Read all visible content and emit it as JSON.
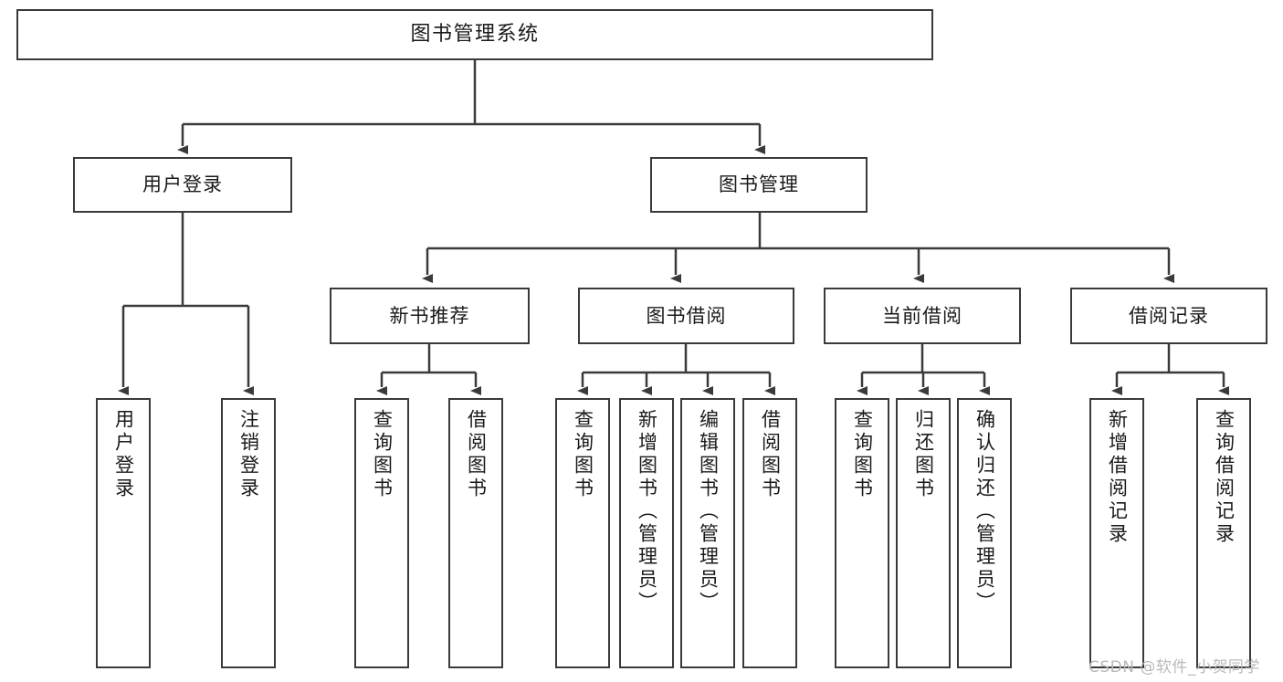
{
  "diagram": {
    "type": "tree",
    "title": "图书管理系统",
    "root": {
      "id": "root",
      "label": "图书管理系统"
    },
    "level1": [
      {
        "id": "user-login",
        "label": "用户登录"
      },
      {
        "id": "book-manage",
        "label": "图书管理"
      }
    ],
    "level2": [
      {
        "id": "new-book-recommend",
        "label": "新书推荐",
        "parent": "book-manage"
      },
      {
        "id": "book-borrow",
        "label": "图书借阅",
        "parent": "book-manage"
      },
      {
        "id": "current-borrow",
        "label": "当前借阅",
        "parent": "book-manage"
      },
      {
        "id": "borrow-record",
        "label": "借阅记录",
        "parent": "book-manage"
      }
    ],
    "leaves": {
      "user_login": [
        {
          "id": "leaf-user-login",
          "label": "用户登录"
        },
        {
          "id": "leaf-user-logout",
          "label": "注销登录"
        }
      ],
      "new_book_recommend": [
        {
          "id": "leaf-query-book-1",
          "label": "查询图书"
        },
        {
          "id": "leaf-borrow-book-1",
          "label": "借阅图书"
        }
      ],
      "book_borrow": [
        {
          "id": "leaf-query-book-2",
          "label": "查询图书"
        },
        {
          "id": "leaf-add-book",
          "label": "新增图书（管理员）"
        },
        {
          "id": "leaf-edit-book",
          "label": "编辑图书（管理员）"
        },
        {
          "id": "leaf-borrow-book-2",
          "label": "借阅图书"
        }
      ],
      "current_borrow": [
        {
          "id": "leaf-query-book-3",
          "label": "查询图书"
        },
        {
          "id": "leaf-return-book",
          "label": "归还图书"
        },
        {
          "id": "leaf-confirm-return",
          "label": "确认归还（管理员）"
        }
      ],
      "borrow_record": [
        {
          "id": "leaf-add-record",
          "label": "新增借阅记录"
        },
        {
          "id": "leaf-query-record",
          "label": "查询借阅记录"
        }
      ]
    }
  },
  "watermark": {
    "text": "CSDN @软件_小贺同学"
  },
  "colors": {
    "stroke": "#3a3a3a",
    "background": "#ffffff",
    "text": "#1a1a1a",
    "watermark": "#b9b9b9"
  }
}
